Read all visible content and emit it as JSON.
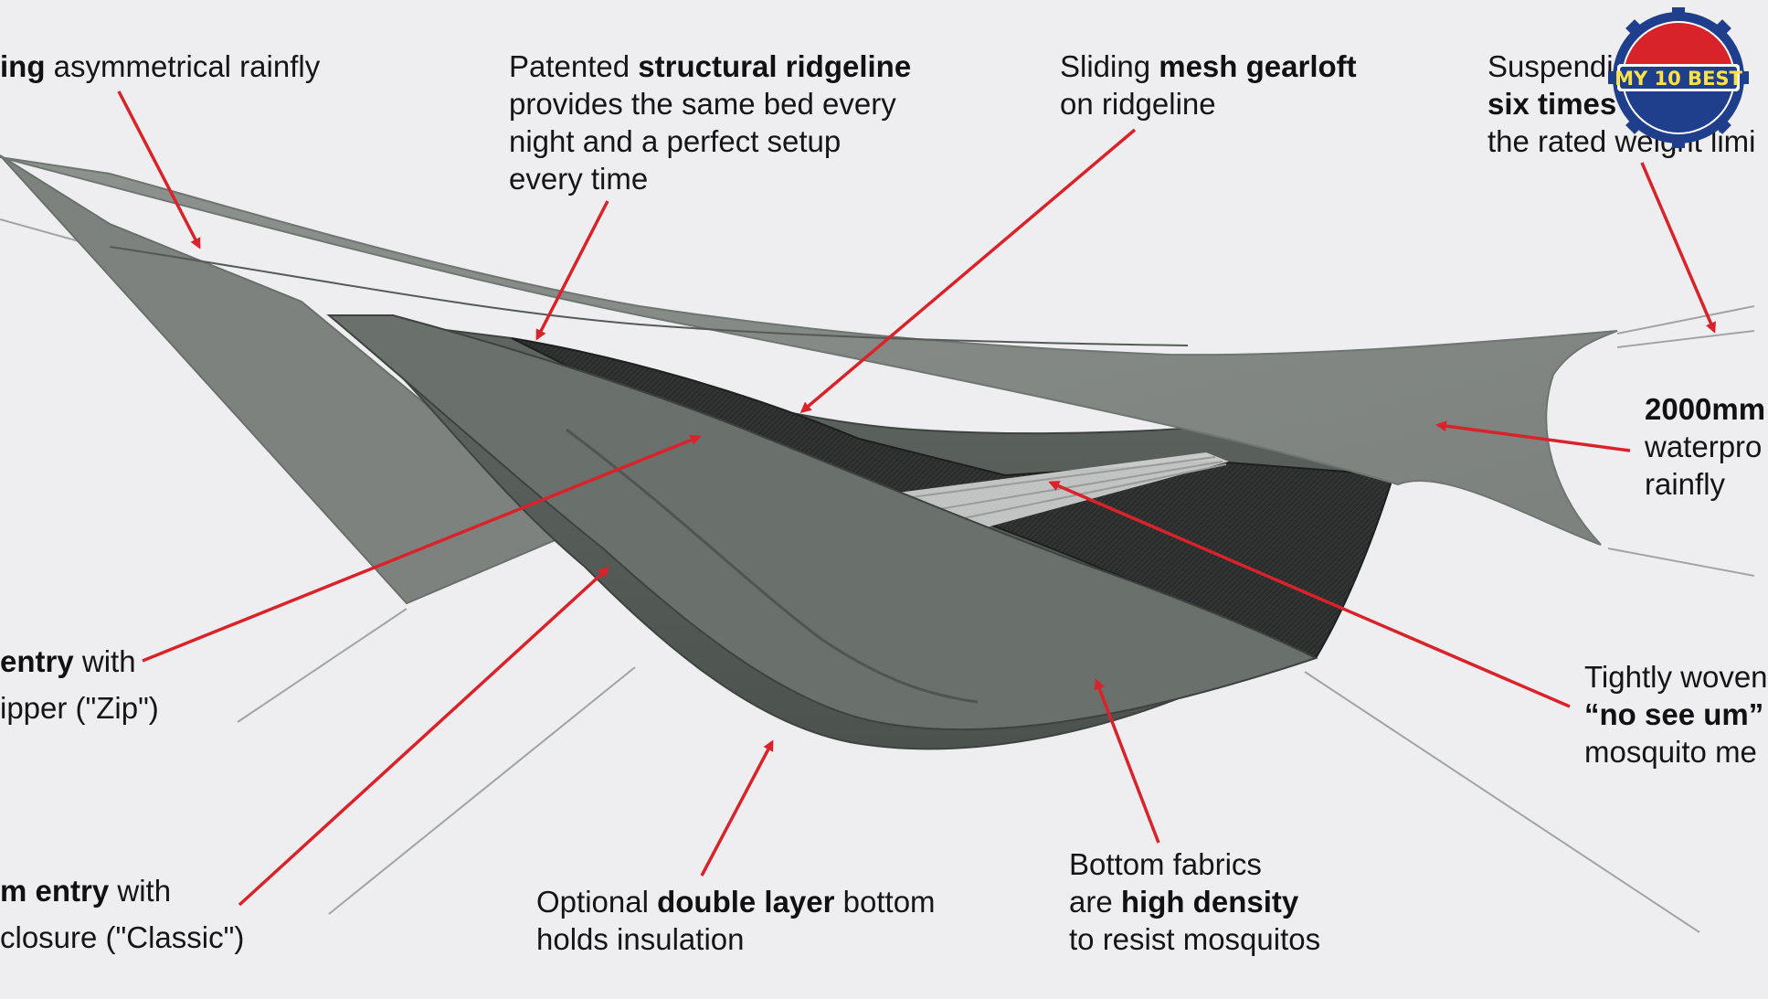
{
  "logo": {
    "text": "MY 10 BEST",
    "colors": {
      "gear": "#1f3f8c",
      "red": "#d8232a",
      "white": "#ffffff",
      "text": "#ffe14a"
    }
  },
  "colors": {
    "background": "#eeeef0",
    "arrow": "#d8232a",
    "rainfly": "#8c918d",
    "rainfly_shade": "#6f7571",
    "hammock_body": "#5b615d",
    "hammock_shadow": "#454a47",
    "mesh": "#2a2c2c",
    "line": "#9b9d9c"
  },
  "callouts": {
    "rainfly": {
      "lines": [
        {
          "bold": "ing",
          "rest": " asymmetrical rainfly"
        }
      ]
    },
    "ridgeline": {
      "lines": [
        {
          "pre": "Patented ",
          "bold": "structural ridgeline",
          "post": ""
        },
        {
          "text": "provides the same bed every"
        },
        {
          "text": "night and a perfect setup"
        },
        {
          "text": "every time"
        }
      ]
    },
    "gearloft": {
      "lines": [
        {
          "pre": "Sliding ",
          "bold": "mesh gearloft",
          "post": ""
        },
        {
          "text": "on ridgeline"
        }
      ]
    },
    "suspension": {
      "lines": [
        {
          "text": "Suspendi"
        },
        {
          "bold": "six times"
        },
        {
          "text": "the rated weight limi"
        }
      ]
    },
    "waterproof": {
      "lines": [
        {
          "bold": "2000mm"
        },
        {
          "text": "waterpro"
        },
        {
          "text": "rainfly"
        }
      ]
    },
    "zip_entry": {
      "lines": [
        {
          "bold": "entry",
          "post": " with"
        },
        {
          "text": "ipper (\"Zip\")"
        }
      ]
    },
    "bottom_entry": {
      "lines": [
        {
          "bold": "m entry",
          "post": " with"
        },
        {
          "text": " closure (\"Classic\")"
        }
      ]
    },
    "double_layer": {
      "lines": [
        {
          "pre": "Optional ",
          "bold": "double layer",
          "post": " bottom"
        },
        {
          "text": "holds insulation"
        }
      ]
    },
    "density": {
      "lines": [
        {
          "text": "Bottom fabrics"
        },
        {
          "pre": "are ",
          "bold": "high density",
          "post": ""
        },
        {
          "text": "to resist mosquitos"
        }
      ]
    },
    "mesh": {
      "lines": [
        {
          "text": "Tightly woven"
        },
        {
          "bold": "“no see um”"
        },
        {
          "text": "mosquito me"
        }
      ]
    }
  }
}
